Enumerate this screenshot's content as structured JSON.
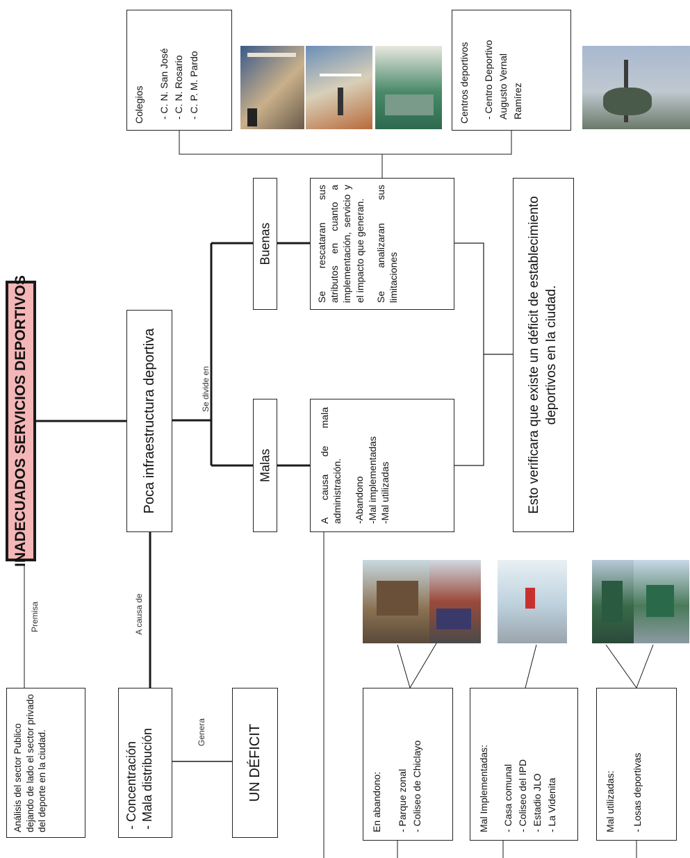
{
  "main_title": "INADECUADOS SERVICIOS DEPORTIVOS",
  "analysis": "Análisis del sector Publico dejando de lado el sector privado del deporte en la ciudad.",
  "premise_label": "Premisa",
  "poca": "Poca infraestructura deportiva",
  "a_causa_label": "A causa de",
  "causes": [
    "Concentración",
    "Mala distribución"
  ],
  "genera_label": "Genera",
  "deficit": "UN DÉFICIT",
  "se_divide_label": "Se divide en",
  "buenas": "Buenas",
  "malas": "Malas",
  "buenas_desc_1": "Se rescataran sus atributos en cuanto a implementación, servicio y el impacto que generan.",
  "buenas_desc_2": "Se analizaran sus limitaciones",
  "malas_desc_1": "A causa de mala administración.",
  "malas_desc_items": [
    "-Abandono",
    "-Mal implementadas",
    "-Mal utilizadas"
  ],
  "verification": "Esto verificara que existe un déficit de establecimiento deportivos en la ciudad.",
  "colegios": {
    "title": "Colegios",
    "items": [
      "C. N. San José",
      "C. N. Rosario",
      "C. P. M. Pardo"
    ]
  },
  "centros": {
    "title": "Centros deportivos",
    "items": [
      "Centro Deportivo Augusto Vernal Ramírez"
    ]
  },
  "abandono": {
    "title": "En abandono:",
    "items": [
      "Parque zonal",
      "Coliseo de Chiclayo"
    ]
  },
  "mal_impl": {
    "title": "Mal Implementadas:",
    "items": [
      "Casa comunal",
      "Coliseo del IPD",
      "Estadio JLO",
      "La Videnita"
    ]
  },
  "mal_util": {
    "title": "Mal utilizadas:",
    "items": [
      "Losas deportivas"
    ]
  },
  "colors": {
    "title_fill": "#f4b6b6",
    "title_border": "#1a1a1a",
    "line": "#1a1a1a"
  }
}
